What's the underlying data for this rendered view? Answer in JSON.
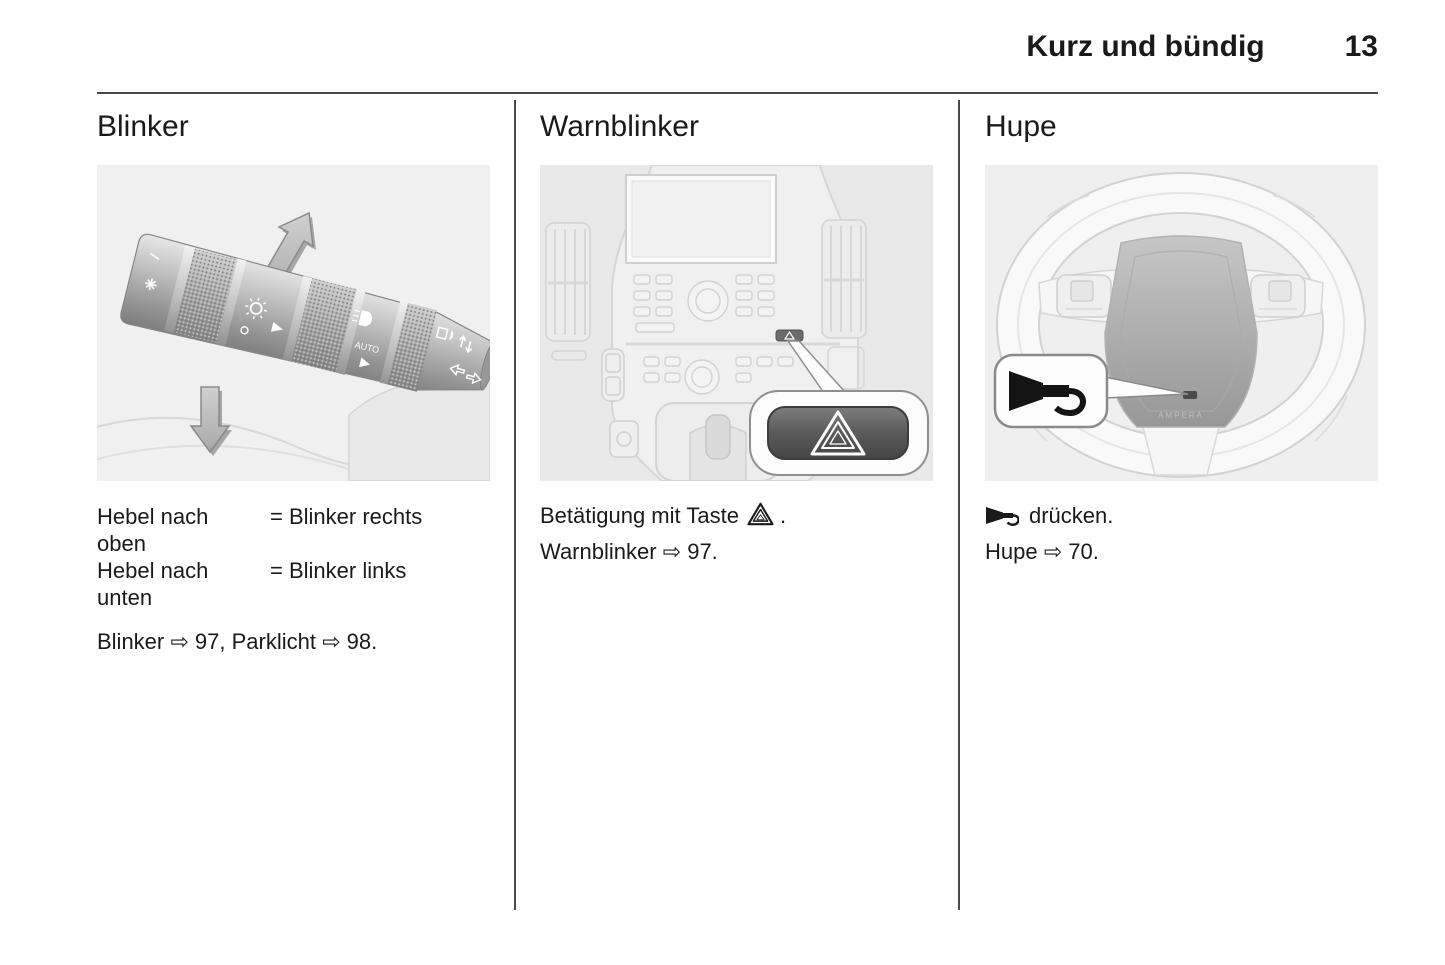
{
  "header": {
    "title": "Kurz und bündig",
    "page_number": "13"
  },
  "columns": {
    "blinker": {
      "heading": "Blinker",
      "rows": [
        {
          "term": "Hebel nach oben",
          "value": "= Blinker rechts"
        },
        {
          "term": "Hebel nach unten",
          "value": "= Blinker links"
        }
      ],
      "reference": "Blinker ⇨ 97, Parklicht ⇨ 98."
    },
    "warnblinker": {
      "heading": "Warnblinker",
      "action_prefix": "Betätigung mit Taste",
      "action_suffix": ".",
      "reference": "Warnblinker ⇨ 97."
    },
    "hupe": {
      "heading": "Hupe",
      "action_text": "drücken.",
      "reference": "Hupe ⇨ 70."
    }
  },
  "figures": {
    "blinker": {
      "name": "turn-signal-stalk",
      "label_auto": "AUTO"
    },
    "warnblinker": {
      "name": "center-console-hazard-button"
    },
    "hupe": {
      "name": "steering-wheel-horn",
      "badge_text": "AMPERA"
    }
  },
  "icons": {
    "reference_arrow": "⇨",
    "hazard_warning": "hazard-warning-triangle-icon",
    "horn": "horn-icon",
    "lever_up": "up-right-arrow-icon",
    "lever_down": "down-arrow-icon"
  },
  "colors": {
    "text": "#1a1a1a",
    "rule": "#4a4a4a",
    "figure_background": "#ececec",
    "hazard_button": "#5a5a5a"
  }
}
